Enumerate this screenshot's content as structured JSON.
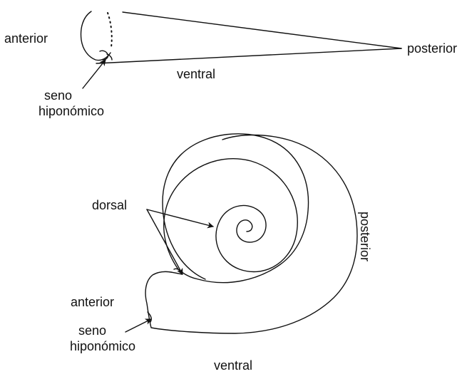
{
  "figure": {
    "colors": {
      "ink": "#111111",
      "background": "#ffffff"
    },
    "top_diagram": {
      "labels": {
        "anterior": "anterior",
        "posterior": "posterior",
        "ventral": "ventral",
        "sinus_line1": "seno",
        "sinus_line2": "hiponómico"
      }
    },
    "bottom_diagram": {
      "labels": {
        "dorsal": "dorsal",
        "posterior": "posterior",
        "anterior": "anterior",
        "ventral": "ventral",
        "sinus_line1": "seno",
        "sinus_line2": "hiponómico"
      }
    }
  }
}
